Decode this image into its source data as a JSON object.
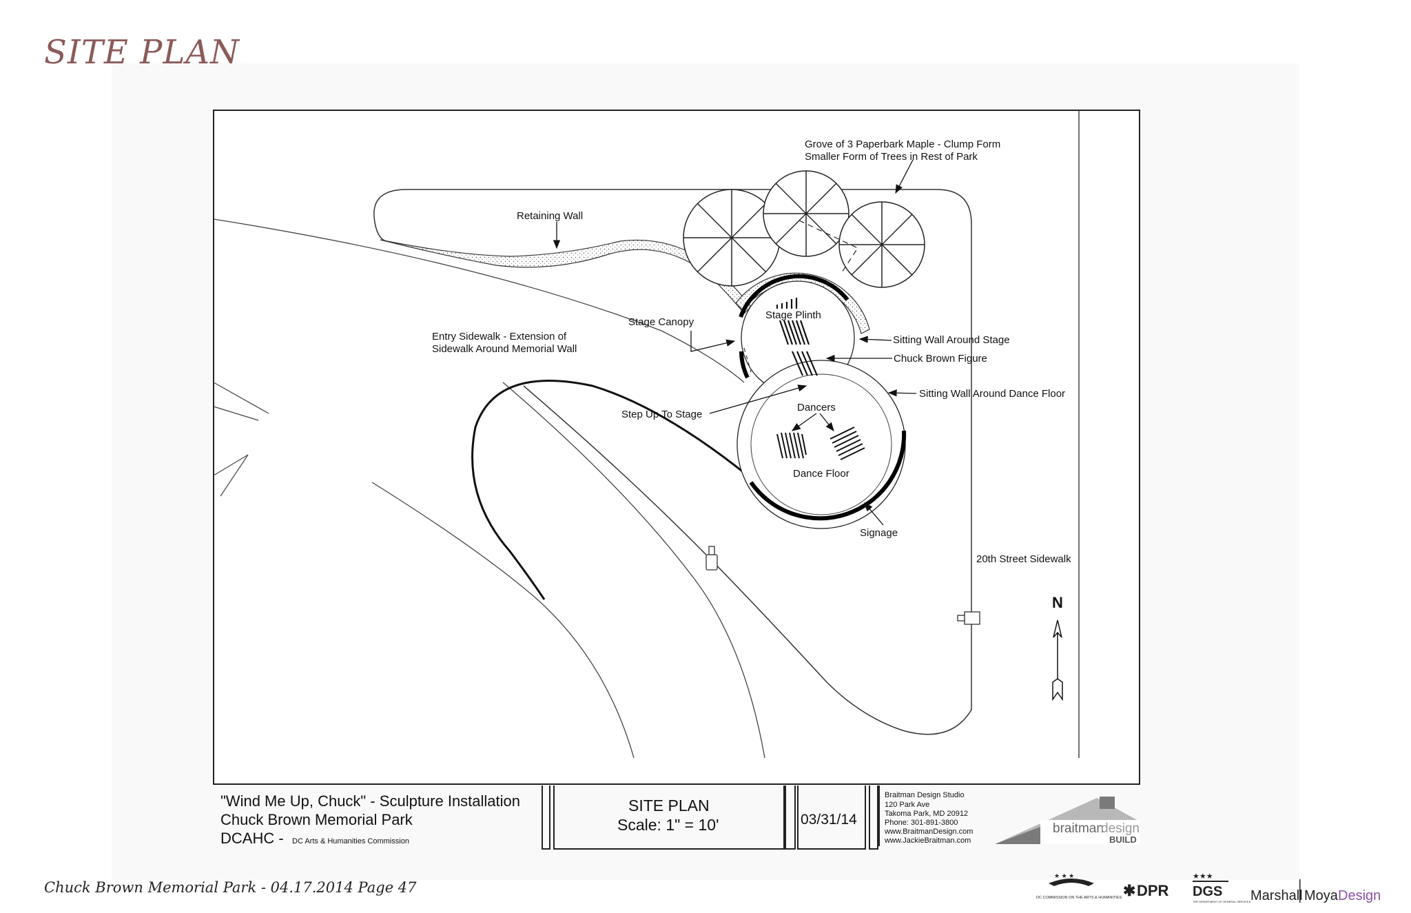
{
  "page": {
    "title": "SITE PLAN",
    "footer": "Chuck Brown Memorial Park - 04.17.2014   Page 47"
  },
  "plan": {
    "labels": {
      "grove_line1": "Grove of 3 Paperbark Maple - Clump Form",
      "grove_line2": "Smaller Form of Trees in Rest of Park",
      "retaining_wall": "Retaining Wall",
      "stage_canopy": "Stage Canopy",
      "stage_plinth": "Stage Plinth",
      "entry_line1": "Entry Sidewalk  - Extension of",
      "entry_line2": "Sidewalk Around Memorial Wall",
      "sitting_wall_stage": "Sitting Wall Around Stage",
      "chuck_brown_figure": "Chuck Brown Figure",
      "sitting_wall_dance": "Sitting Wall Around Dance Floor",
      "step_up": "Step Up To Stage",
      "dancers": "Dancers",
      "dance_floor": "Dance Floor",
      "signage": "Signage",
      "sidewalk_20th": "20th Street Sidewalk",
      "north": "N"
    },
    "title_block": {
      "project_line1": "\"Wind Me Up, Chuck\" - Sculpture Installation",
      "project_line2": "Chuck Brown Memorial Park",
      "project_line3a": "DCAHC - ",
      "project_line3b": "DC Arts & Humanities Commission",
      "sheet_title": "SITE PLAN",
      "scale": "Scale: 1\" = 10'",
      "date": "03/31/14",
      "studio_name": "Braitman Design Studio",
      "address1": "120 Park Ave",
      "address2": "Takoma Park, MD  20912",
      "phone": "Phone: 301-891-3800",
      "web1": "www.BraitmanDesign.com",
      "web2": "www.JackieBraitman.com",
      "logo_word1": "braitman",
      "logo_word2": "design",
      "logo_word3": "BUILD"
    }
  },
  "logos": {
    "dcahc": "DC COMMISSION ON THE ARTS & HUMANITIES",
    "dpr": "DPR",
    "dgs": "DGS",
    "dgs_sub": "THE DEPARTMENT OF GENERAL SERVICES",
    "mmd_1": "Marshall",
    "mmd_2": "Moya",
    "mmd_3": "Design"
  }
}
